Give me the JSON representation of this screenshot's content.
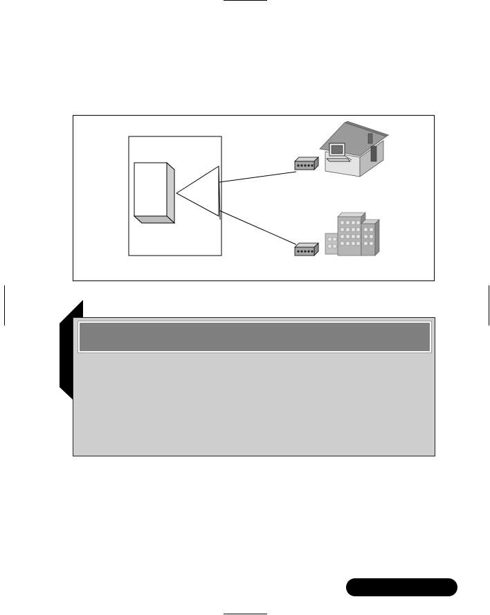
{
  "colors": {
    "panel_bg": "#cfcfcf",
    "header_bg": "#7f7f7f",
    "frame_border": "#000000",
    "house_roof": "#9a9a9a",
    "house_wall": "#c8c8c8",
    "building_face": "#b5b5b5",
    "building_side": "#8a8a8a",
    "device_face": "#a6a6a6"
  },
  "diagram": {
    "elements": [
      {
        "name": "server-cabinet",
        "icon": "server-tower-icon"
      },
      {
        "name": "distribution-cone",
        "icon": "broadcast-cone-icon"
      },
      {
        "name": "home-modem",
        "icon": "modem-icon"
      },
      {
        "name": "home",
        "icon": "house-with-computer-icon"
      },
      {
        "name": "office-modem",
        "icon": "modem-icon"
      },
      {
        "name": "office",
        "icon": "office-building-icon"
      }
    ],
    "connections": [
      {
        "from": "distribution-cone",
        "to": "home-modem"
      },
      {
        "from": "distribution-cone",
        "to": "office-modem"
      }
    ]
  },
  "note": {
    "header_text": "",
    "body_text": ""
  },
  "page_label": ""
}
